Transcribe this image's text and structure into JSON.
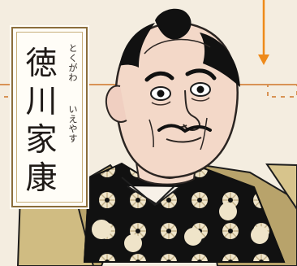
{
  "name_card": {
    "kanji_chars": [
      "徳",
      "川",
      "家",
      "康"
    ],
    "furigana_given": "とくがわ",
    "furigana_family": "いえやす"
  },
  "colors": {
    "background": "#f4ede0",
    "frame": "#d89355",
    "arrow": "#ee8a1a",
    "kimono_dark": "#111111",
    "kimono_gold": "#b8a36b",
    "crest_cream": "#efe4c9",
    "skin": "#f3d8c8",
    "card_border": "#8a6d3b"
  },
  "icons": {
    "arrow": "arrow-down-icon",
    "crest": "mon-crest-icon"
  }
}
